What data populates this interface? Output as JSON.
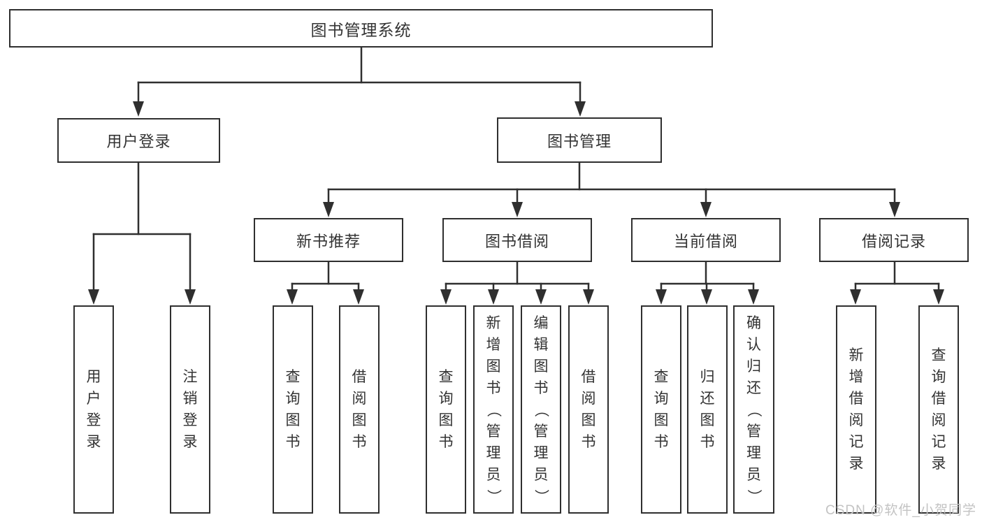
{
  "tree": {
    "label": "图书管理系统",
    "children": [
      {
        "label": "用户登录",
        "children": [
          {
            "label": "用户登录"
          },
          {
            "label": "注销登录"
          }
        ]
      },
      {
        "label": "图书管理",
        "children": [
          {
            "label": "新书推荐",
            "children": [
              {
                "label": "查询图书"
              },
              {
                "label": "借阅图书"
              }
            ]
          },
          {
            "label": "图书借阅",
            "children": [
              {
                "label": "查询图书"
              },
              {
                "label": "新增图书（管理员）"
              },
              {
                "label": "编辑图书（管理员）"
              },
              {
                "label": "借阅图书"
              }
            ]
          },
          {
            "label": "当前借阅",
            "children": [
              {
                "label": "查询图书"
              },
              {
                "label": "归还图书"
              },
              {
                "label": "确认归还（管理员）"
              }
            ]
          },
          {
            "label": "借阅记录",
            "children": [
              {
                "label": "新增借阅记录"
              },
              {
                "label": "查询借阅记录"
              }
            ]
          }
        ]
      }
    ]
  },
  "watermark": "CSDN @软件_小贺同学",
  "colors": {
    "line": "#2f2f2f",
    "text": "#333333",
    "watermark": "#c3c3c3",
    "background": "#ffffff"
  }
}
